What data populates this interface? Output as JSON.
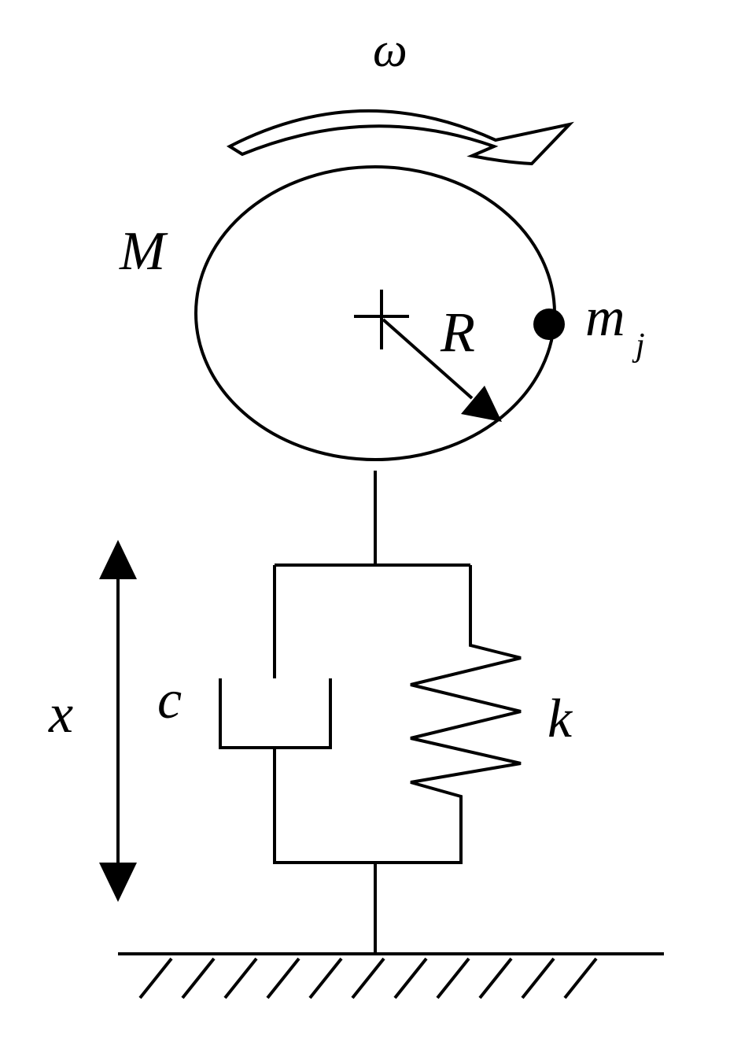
{
  "labels": {
    "omega": "ω",
    "mass": "M",
    "radius": "R",
    "eccentric_mass_base": "m",
    "eccentric_mass_subscript": "j",
    "displacement": "x",
    "damping": "c",
    "stiffness": "k"
  },
  "colors": {
    "line": "#000000",
    "radius_label": "#000000",
    "background": "#ffffff"
  }
}
